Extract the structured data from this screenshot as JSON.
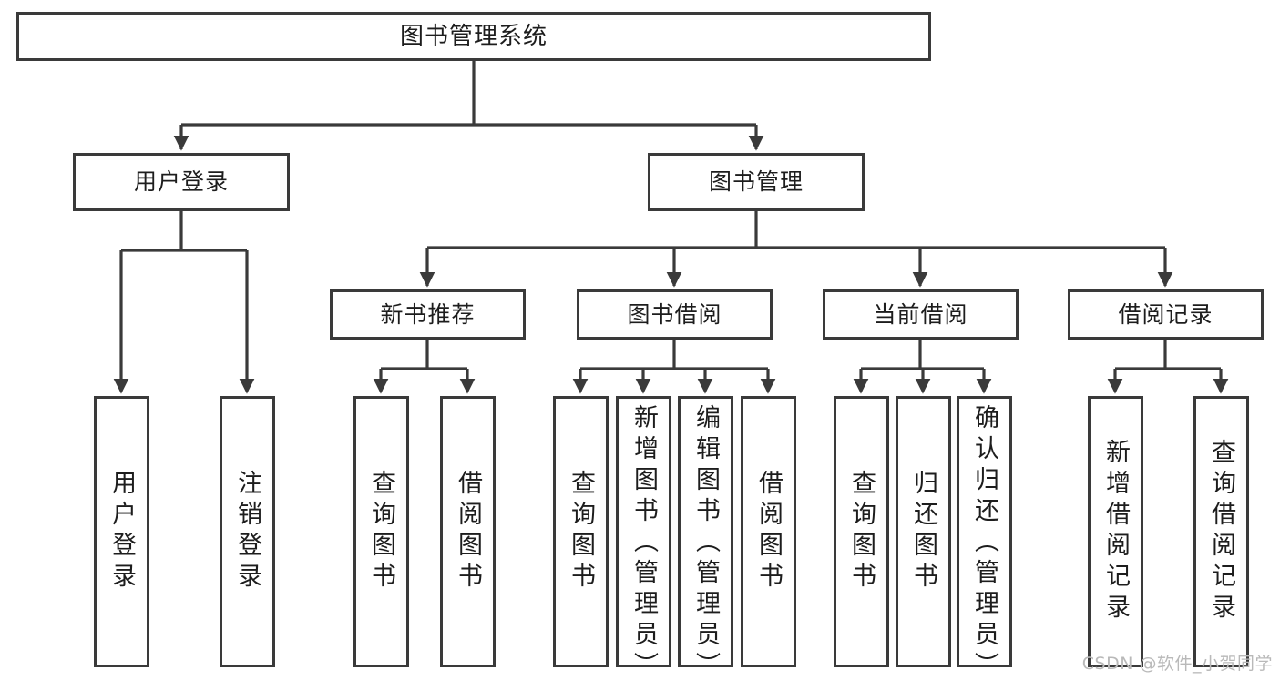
{
  "diagram": {
    "title": "图书管理系统",
    "type": "tree-hierarchy",
    "root": {
      "id": "root",
      "label": "图书管理系统"
    },
    "level2": [
      {
        "id": "user-login",
        "label": "用户登录"
      },
      {
        "id": "book-management",
        "label": "图书管理"
      }
    ],
    "level3": [
      {
        "id": "new-book-recommend",
        "label": "新书推荐",
        "parent": "book-management"
      },
      {
        "id": "book-borrow",
        "label": "图书借阅",
        "parent": "book-management"
      },
      {
        "id": "current-borrow",
        "label": "当前借阅",
        "parent": "book-management"
      },
      {
        "id": "borrow-record",
        "label": "借阅记录",
        "parent": "book-management"
      }
    ],
    "leaves": {
      "user_login": [
        {
          "id": "leaf-user-login",
          "label": "用户登录"
        },
        {
          "id": "leaf-logout",
          "label": "注销登录"
        }
      ],
      "new_book_recommend": [
        {
          "id": "leaf-query-book-1",
          "label": "查询图书"
        },
        {
          "id": "leaf-borrow-book-1",
          "label": "借阅图书"
        }
      ],
      "book_borrow": [
        {
          "id": "leaf-query-book-2",
          "label": "查询图书"
        },
        {
          "id": "leaf-add-book",
          "label": "新增图书（管理员）"
        },
        {
          "id": "leaf-edit-book",
          "label": "编辑图书（管理员）"
        },
        {
          "id": "leaf-borrow-book-2",
          "label": "借阅图书"
        }
      ],
      "current_borrow": [
        {
          "id": "leaf-query-book-3",
          "label": "查询图书"
        },
        {
          "id": "leaf-return-book",
          "label": "归还图书"
        },
        {
          "id": "leaf-confirm-return",
          "label": "确认归还（管理员）"
        }
      ],
      "borrow_record": [
        {
          "id": "leaf-add-record",
          "label": "新增借阅记录"
        },
        {
          "id": "leaf-query-record",
          "label": "查询借阅记录"
        }
      ]
    }
  },
  "watermark": {
    "text": "CSDN @软件_小贺同学"
  },
  "colors": {
    "stroke": "#3a3a3a",
    "background": "#ffffff",
    "text": "#1d1d1d",
    "watermark": "#b9b9b9"
  }
}
